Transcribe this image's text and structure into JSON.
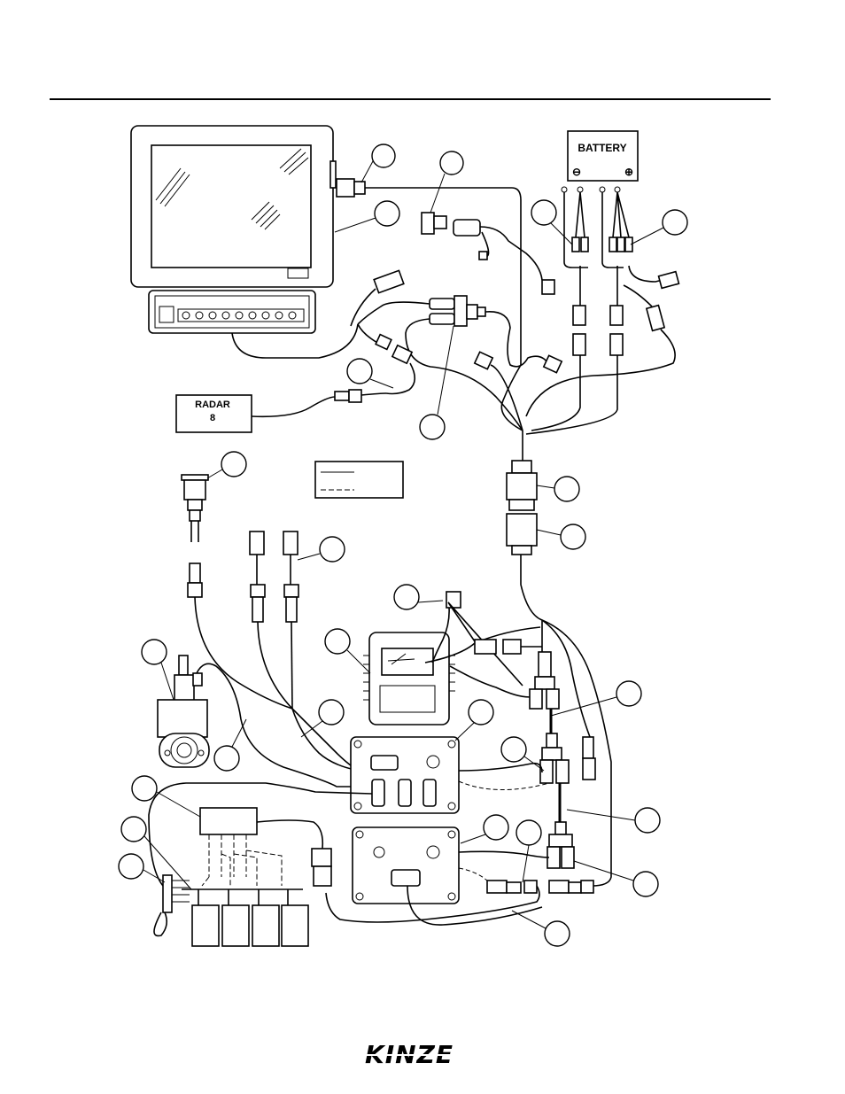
{
  "labels": {
    "battery": "BATTERY",
    "battery_neg": "⊖",
    "battery_pos": "⊕",
    "radar": "RADAR",
    "radar_digit": "8"
  },
  "logo": {
    "text": "KINZE"
  },
  "colors": {
    "ink": "#000000",
    "paper": "#ffffff"
  }
}
